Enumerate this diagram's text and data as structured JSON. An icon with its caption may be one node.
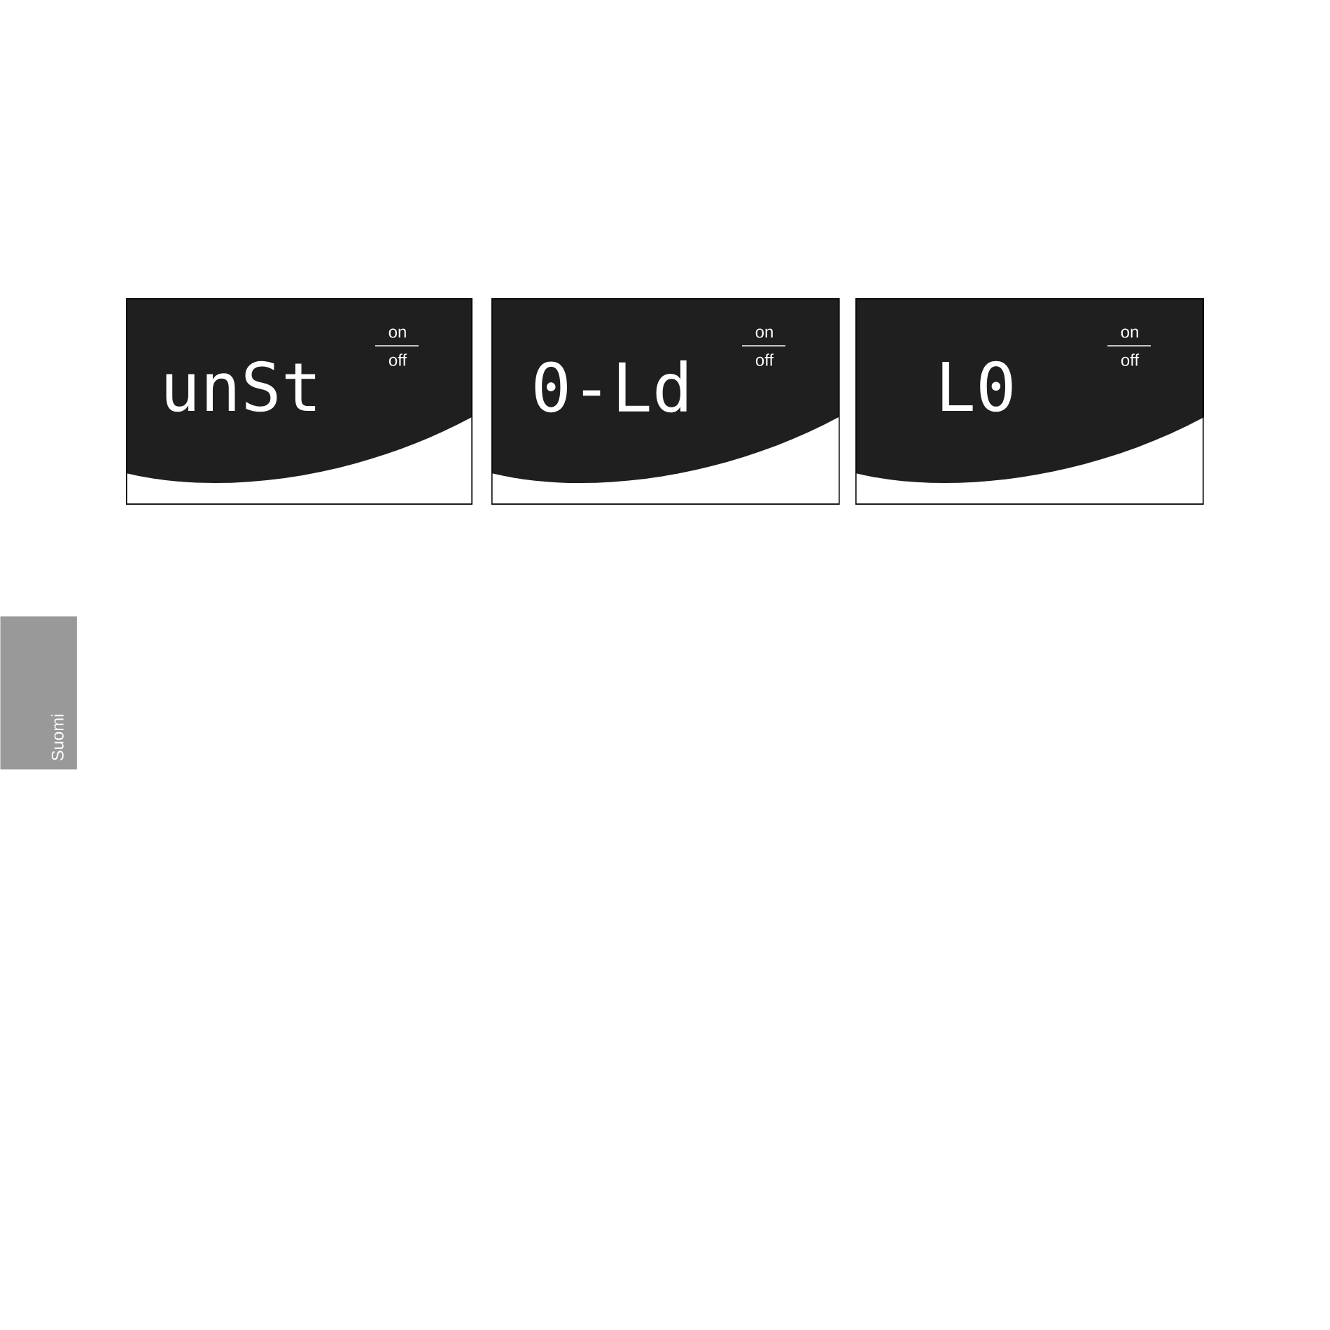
{
  "diagram": {
    "nodes": [
      {
        "text": [
          "unSt",
          "on",
          "off"
        ]
      },
      {
        "text": [
          "0-Ld",
          "on",
          "off"
        ]
      },
      {
        "text": [
          "L0",
          "on",
          "off"
        ]
      },
      {
        "text": [
          "Suomi"
        ]
      }
    ]
  }
}
